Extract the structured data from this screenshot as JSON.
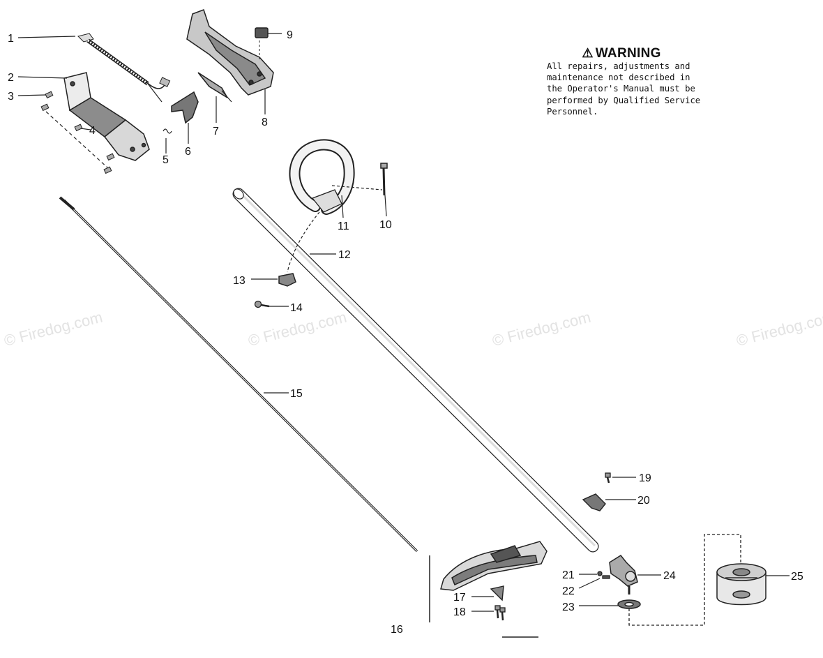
{
  "diagram": {
    "watermark": "© Firedog.com",
    "warning": {
      "icon": "warning-triangle-icon",
      "title": "WARNING",
      "text": "All repairs, adjustments and\nmaintenance not described in\nthe Operator's Manual must be\nperformed by Qualified Service\nPersonnel."
    },
    "parts": [
      {
        "num": "1",
        "name": "throttle-cable-and-wire"
      },
      {
        "num": "2",
        "name": "rear-handle-cover"
      },
      {
        "num": "3",
        "name": "screw"
      },
      {
        "num": "4",
        "name": "screw"
      },
      {
        "num": "5",
        "name": "spring"
      },
      {
        "num": "6",
        "name": "throttle-trigger"
      },
      {
        "num": "7",
        "name": "throttle-lockout"
      },
      {
        "num": "8",
        "name": "handle-housing"
      },
      {
        "num": "9",
        "name": "switch"
      },
      {
        "num": "10",
        "name": "bolt"
      },
      {
        "num": "11",
        "name": "loop-handle"
      },
      {
        "num": "12",
        "name": "shaft-tube"
      },
      {
        "num": "13",
        "name": "handle-bracket"
      },
      {
        "num": "14",
        "name": "screw"
      },
      {
        "num": "15",
        "name": "drive-shaft"
      },
      {
        "num": "16",
        "name": "guard"
      },
      {
        "num": "17",
        "name": "line-cutter"
      },
      {
        "num": "18",
        "name": "screw"
      },
      {
        "num": "19",
        "name": "bolt"
      },
      {
        "num": "20",
        "name": "clamp"
      },
      {
        "num": "21",
        "name": "nut"
      },
      {
        "num": "22",
        "name": "screw"
      },
      {
        "num": "23",
        "name": "washer"
      },
      {
        "num": "24",
        "name": "gear-head"
      },
      {
        "num": "25",
        "name": "trimmer-head"
      }
    ]
  }
}
